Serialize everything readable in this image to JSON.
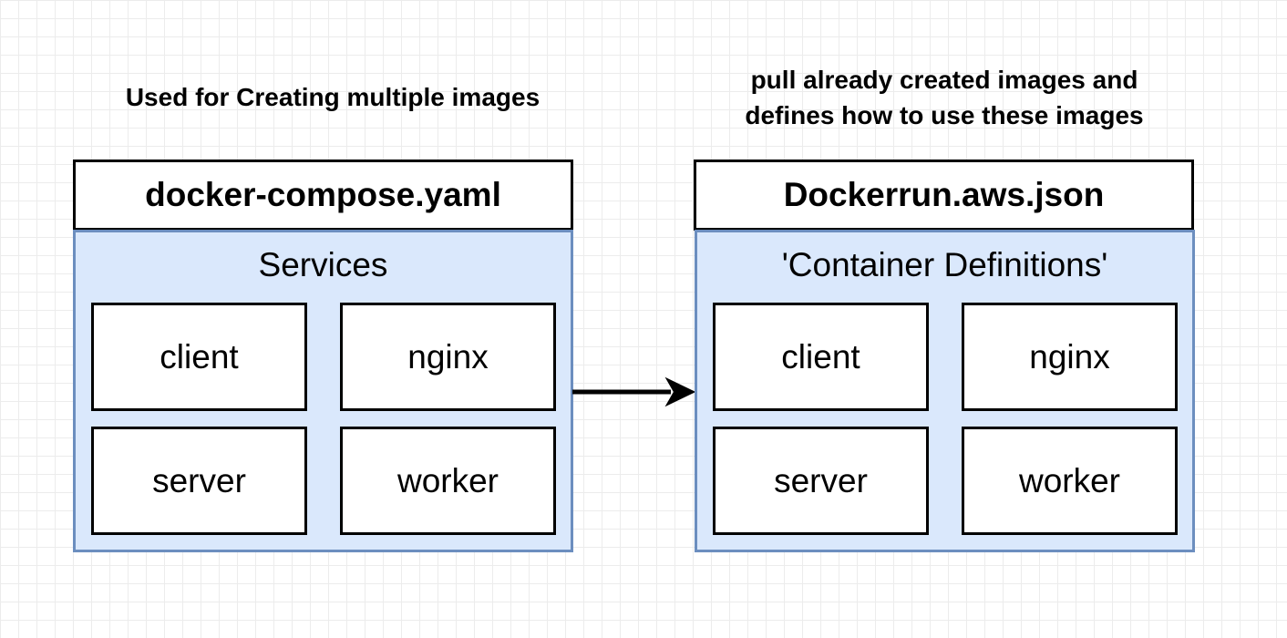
{
  "left": {
    "caption": "Used for Creating multiple images",
    "file_name": "docker-compose.yaml",
    "group_label": "Services",
    "items": [
      "client",
      "nginx",
      "server",
      "worker"
    ]
  },
  "right": {
    "caption_lines": [
      "pull already created images and",
      "defines how to use these images"
    ],
    "file_name": "Dockerrun.aws.json",
    "group_label": "'Container Definitions'",
    "items": [
      "client",
      "nginx",
      "server",
      "worker"
    ]
  },
  "colors": {
    "group_fill": "#dae8fc",
    "group_border": "#6c8ebf",
    "box_border": "#000000",
    "grid_line": "#ececec"
  }
}
